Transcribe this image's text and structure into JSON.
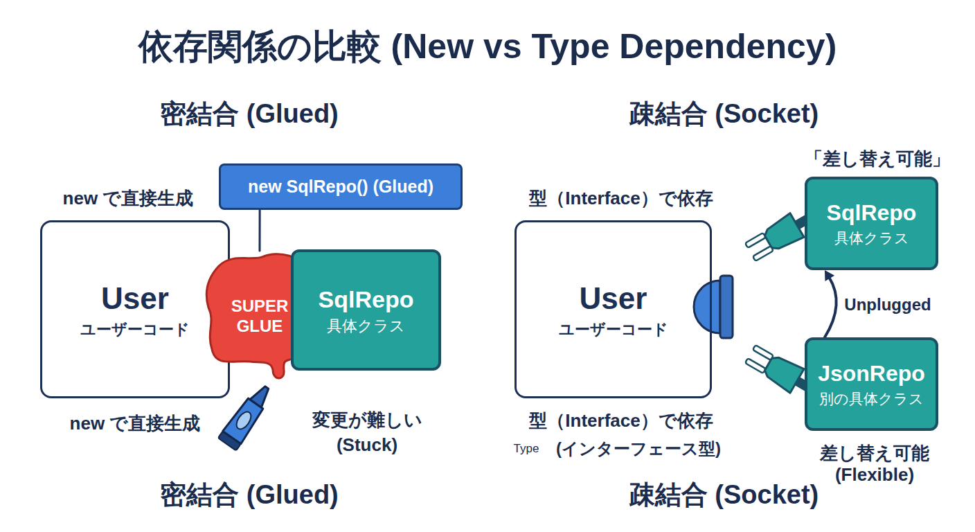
{
  "diagram": {
    "title": "依存関係の比較 (New vs Type Dependency)",
    "nodes": [
      {
        "text": [
          "new SqlRepo() (Glued)"
        ]
      },
      {
        "text": [
          "User",
          "ユーザーコード"
        ]
      },
      {
        "text": [
          "SUPER GLUE"
        ]
      },
      {
        "text": [
          "SqlRepo",
          "具体クラス"
        ]
      },
      {
        "text": [
          "User",
          "ユーザーコード"
        ]
      },
      {
        "text": [
          "SqlRepo",
          "具体クラス"
        ]
      },
      {
        "text": [
          "JsonRepo",
          "別の具体クラス"
        ]
      }
    ],
    "edges": [
      {
        "from": 0,
        "to": 2,
        "arrow": "none"
      },
      {
        "from": 6,
        "to": 5,
        "arrow": "to",
        "label": "Unplugged"
      }
    ],
    "labels": [
      "密結合 (Glued)",
      "疎結合 (Socket)",
      "new で直接生成",
      "型（Interface）で依存",
      "「差し替え可能」",
      "new で直接生成",
      "変更が難しい",
      "(Stuck)",
      "型（Interface）で依存",
      "Type",
      "(インターフェース型)",
      "差し替え可能",
      "(Flexible)",
      "密結合 (Glued)",
      "疎結合 (Socket)"
    ]
  }
}
